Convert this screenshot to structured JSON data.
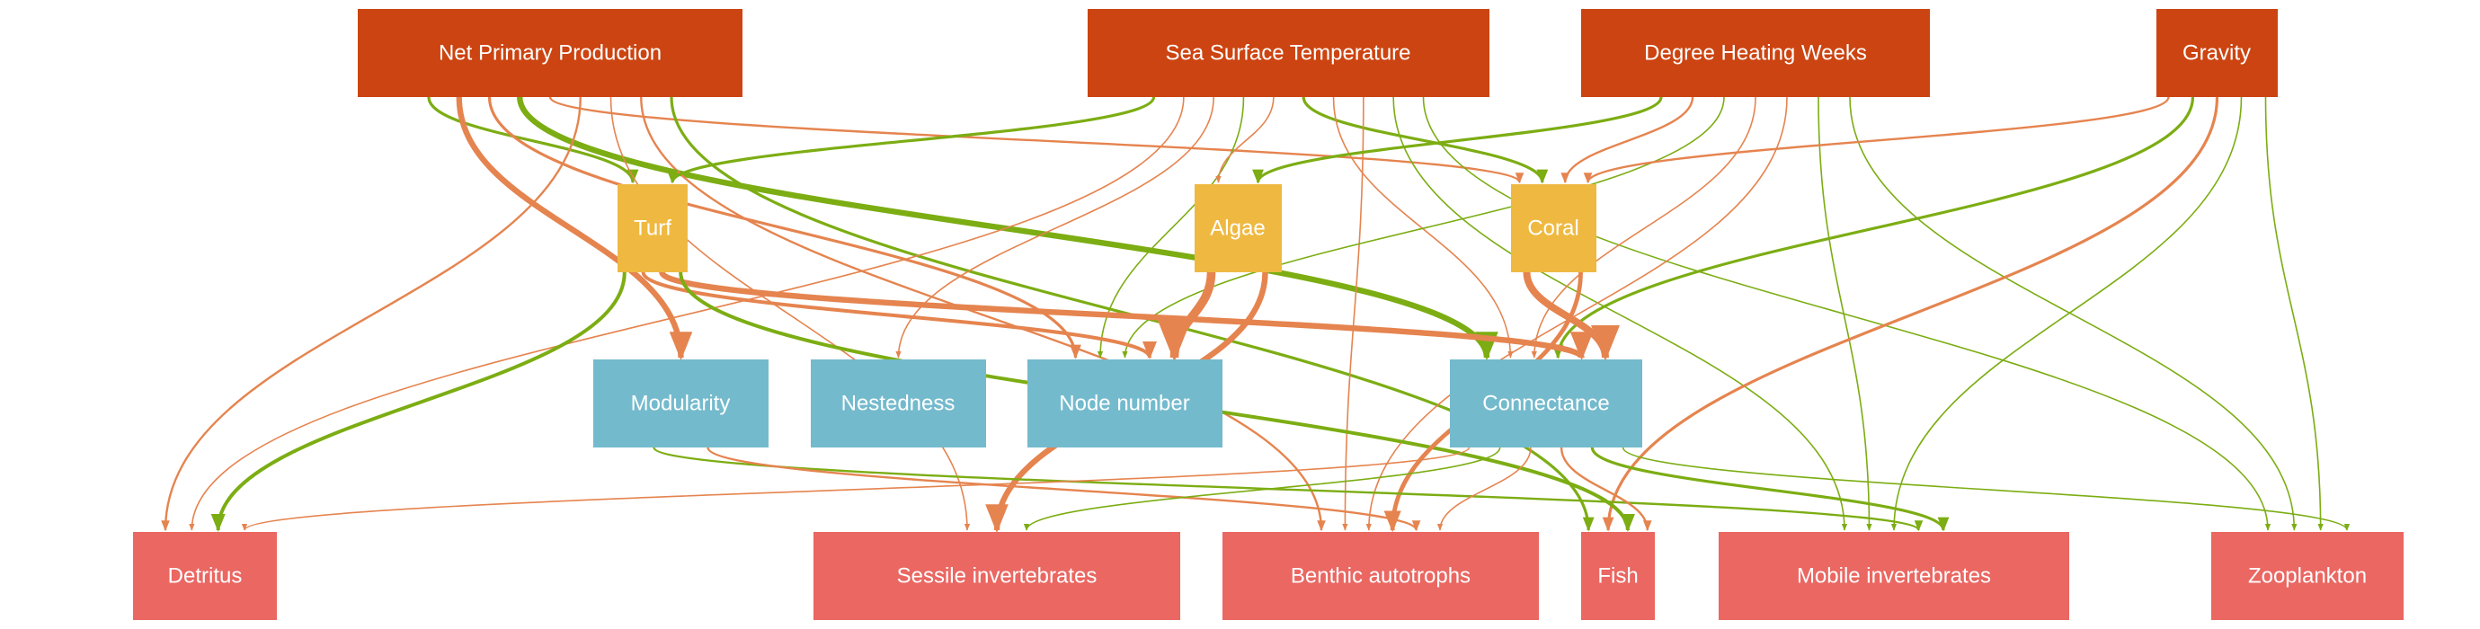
{
  "colors": {
    "driver": "#cc4411",
    "intermediate": "#efb941",
    "network_metric": "#74bacd",
    "trophic_group": "#ea6762",
    "negative_edge": "#e5844f",
    "positive_edge": "#7cad13"
  },
  "nodes": {
    "npp": {
      "label": "Net Primary Production",
      "kind": "driver"
    },
    "sst": {
      "label": "Sea Surface Temperature",
      "kind": "driver"
    },
    "dhw": {
      "label": "Degree Heating Weeks",
      "kind": "driver"
    },
    "gravity": {
      "label": "Gravity",
      "kind": "driver"
    },
    "turf": {
      "label": "Turf",
      "kind": "intermediate"
    },
    "algae": {
      "label": "Algae",
      "kind": "intermediate"
    },
    "coral": {
      "label": "Coral",
      "kind": "intermediate"
    },
    "modularity": {
      "label": "Modularity",
      "kind": "network_metric"
    },
    "nestedness": {
      "label": "Nestedness",
      "kind": "network_metric"
    },
    "node_number": {
      "label": "Node number",
      "kind": "network_metric"
    },
    "connectance": {
      "label": "Connectance",
      "kind": "network_metric"
    },
    "detritus": {
      "label": "Detritus",
      "kind": "trophic_group"
    },
    "sessile": {
      "label": "Sessile invertebrates",
      "kind": "trophic_group"
    },
    "benthic": {
      "label": "Benthic autotrophs",
      "kind": "trophic_group"
    },
    "fish": {
      "label": "Fish",
      "kind": "trophic_group"
    },
    "mobile": {
      "label": "Mobile invertebrates",
      "kind": "trophic_group"
    },
    "zooplankton": {
      "label": "Zooplankton",
      "kind": "trophic_group"
    }
  },
  "edges": [
    {
      "from": "npp",
      "to": "turf",
      "sign": "positive",
      "strength": 2
    },
    {
      "from": "npp",
      "to": "modularity",
      "sign": "negative",
      "strength": 4
    },
    {
      "from": "npp",
      "to": "node_number",
      "sign": "negative",
      "strength": 2
    },
    {
      "from": "npp",
      "to": "connectance",
      "sign": "positive",
      "strength": 4
    },
    {
      "from": "npp",
      "to": "coral",
      "sign": "negative",
      "strength": 1.5
    },
    {
      "from": "npp",
      "to": "detritus",
      "sign": "negative",
      "strength": 1.5
    },
    {
      "from": "npp",
      "to": "sessile",
      "sign": "negative",
      "strength": 1
    },
    {
      "from": "npp",
      "to": "benthic",
      "sign": "negative",
      "strength": 1.5
    },
    {
      "from": "npp",
      "to": "fish",
      "sign": "positive",
      "strength": 2
    },
    {
      "from": "sst",
      "to": "turf",
      "sign": "positive",
      "strength": 2
    },
    {
      "from": "sst",
      "to": "detritus",
      "sign": "negative",
      "strength": 1
    },
    {
      "from": "sst",
      "to": "nestedness",
      "sign": "negative",
      "strength": 1
    },
    {
      "from": "sst",
      "to": "node_number",
      "sign": "positive",
      "strength": 1
    },
    {
      "from": "sst",
      "to": "algae",
      "sign": "negative",
      "strength": 1
    },
    {
      "from": "sst",
      "to": "coral",
      "sign": "positive",
      "strength": 2
    },
    {
      "from": "sst",
      "to": "connectance",
      "sign": "negative",
      "strength": 1
    },
    {
      "from": "sst",
      "to": "benthic",
      "sign": "negative",
      "strength": 1
    },
    {
      "from": "sst",
      "to": "mobile",
      "sign": "positive",
      "strength": 1
    },
    {
      "from": "sst",
      "to": "zooplankton",
      "sign": "positive",
      "strength": 1
    },
    {
      "from": "dhw",
      "to": "algae",
      "sign": "positive",
      "strength": 2
    },
    {
      "from": "dhw",
      "to": "coral",
      "sign": "negative",
      "strength": 1.5
    },
    {
      "from": "dhw",
      "to": "node_number",
      "sign": "positive",
      "strength": 1
    },
    {
      "from": "dhw",
      "to": "connectance",
      "sign": "negative",
      "strength": 1
    },
    {
      "from": "dhw",
      "to": "benthic",
      "sign": "negative",
      "strength": 1
    },
    {
      "from": "dhw",
      "to": "mobile",
      "sign": "positive",
      "strength": 1
    },
    {
      "from": "dhw",
      "to": "zooplankton",
      "sign": "positive",
      "strength": 1
    },
    {
      "from": "gravity",
      "to": "coral",
      "sign": "negative",
      "strength": 1.5
    },
    {
      "from": "gravity",
      "to": "connectance",
      "sign": "positive",
      "strength": 2
    },
    {
      "from": "gravity",
      "to": "fish",
      "sign": "negative",
      "strength": 2
    },
    {
      "from": "gravity",
      "to": "mobile",
      "sign": "positive",
      "strength": 1
    },
    {
      "from": "gravity",
      "to": "zooplankton",
      "sign": "positive",
      "strength": 1
    },
    {
      "from": "turf",
      "to": "detritus",
      "sign": "positive",
      "strength": 2.5
    },
    {
      "from": "turf",
      "to": "node_number",
      "sign": "negative",
      "strength": 2.5
    },
    {
      "from": "turf",
      "to": "connectance",
      "sign": "negative",
      "strength": 4
    },
    {
      "from": "turf",
      "to": "fish",
      "sign": "positive",
      "strength": 2.5
    },
    {
      "from": "algae",
      "to": "node_number",
      "sign": "negative",
      "strength": 6
    },
    {
      "from": "algae",
      "to": "sessile",
      "sign": "negative",
      "strength": 4
    },
    {
      "from": "coral",
      "to": "connectance",
      "sign": "negative",
      "strength": 5
    },
    {
      "from": "coral",
      "to": "benthic",
      "sign": "negative",
      "strength": 3
    },
    {
      "from": "modularity",
      "to": "mobile",
      "sign": "positive",
      "strength": 1.5
    },
    {
      "from": "modularity",
      "to": "benthic",
      "sign": "negative",
      "strength": 1.5
    },
    {
      "from": "connectance",
      "to": "detritus",
      "sign": "negative",
      "strength": 1
    },
    {
      "from": "connectance",
      "to": "sessile",
      "sign": "positive",
      "strength": 1
    },
    {
      "from": "connectance",
      "to": "benthic",
      "sign": "negative",
      "strength": 1
    },
    {
      "from": "connectance",
      "to": "fish",
      "sign": "negative",
      "strength": 1.5
    },
    {
      "from": "connectance",
      "to": "mobile",
      "sign": "positive",
      "strength": 2
    },
    {
      "from": "connectance",
      "to": "zooplankton",
      "sign": "positive",
      "strength": 1
    }
  ]
}
